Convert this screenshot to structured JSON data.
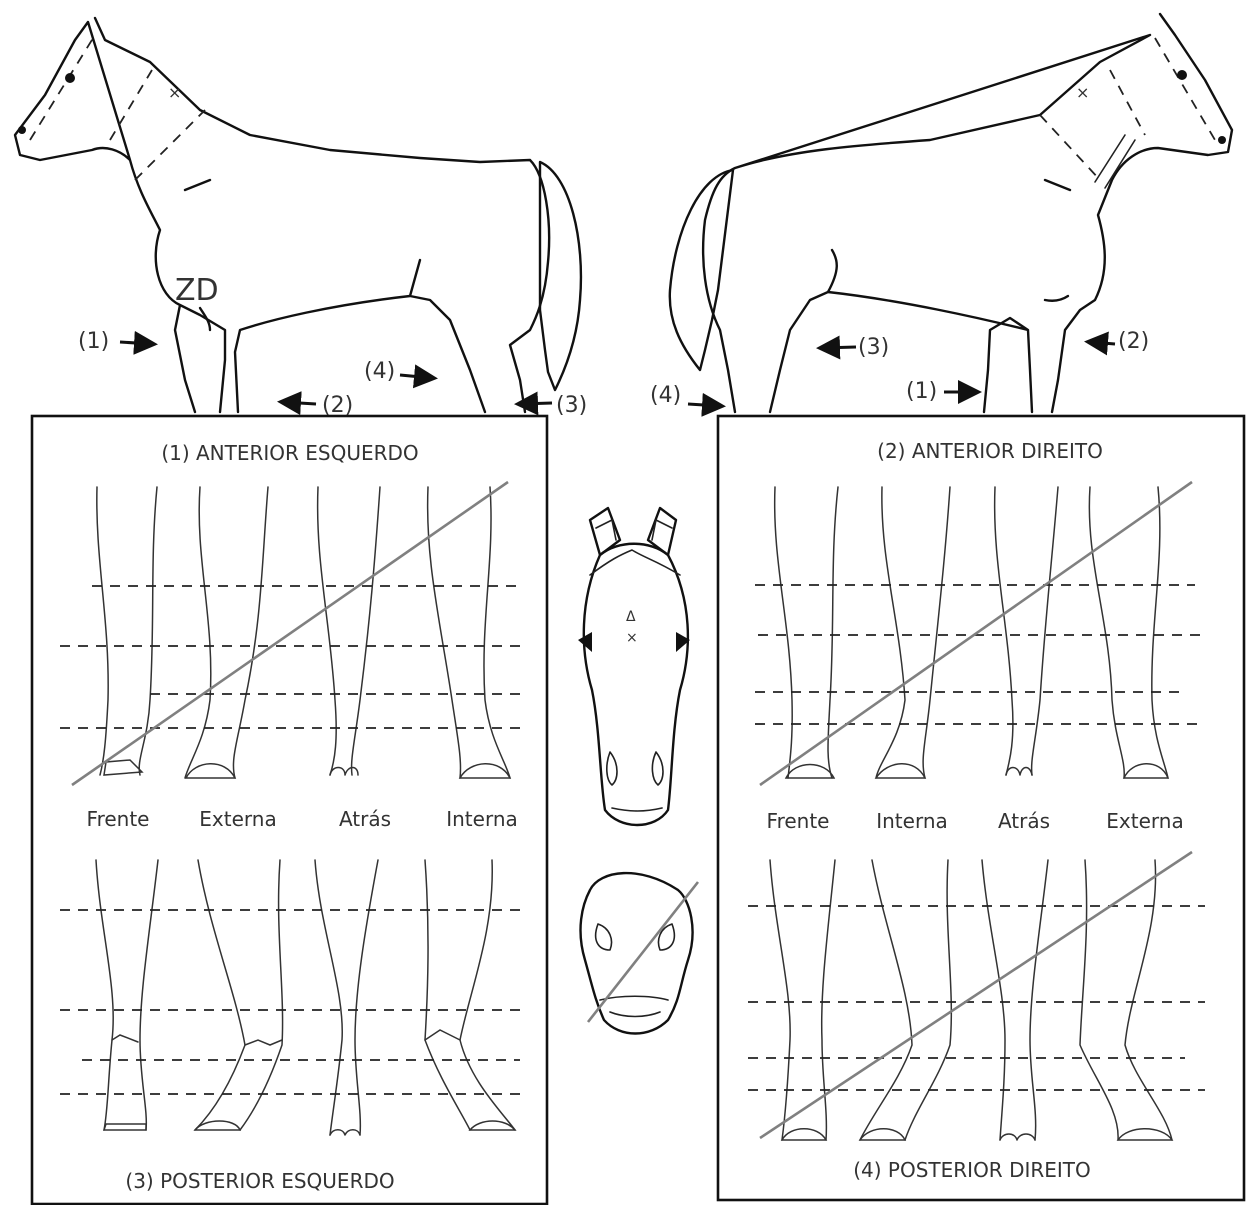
{
  "horse_left": {
    "markings": {
      "zd": "ZD",
      "whorl": "×"
    },
    "arrows": [
      "(1)",
      "(2)",
      "(3)",
      "(4)"
    ]
  },
  "horse_right": {
    "markings": {
      "whorl": "×"
    },
    "arrows": [
      "(1)",
      "(2)",
      "(3)",
      "(4)"
    ]
  },
  "panel_left": {
    "front_title": "(1) ANTERIOR ESQUERDO",
    "views": [
      "Frente",
      "Externa",
      "Atrás",
      "Interna"
    ],
    "hind_title": "(3) POSTERIOR ESQUERDO"
  },
  "panel_right": {
    "front_title": "(2) ANTERIOR DIREITO",
    "views": [
      "Frente",
      "Interna",
      "Atrás",
      "Externa"
    ],
    "hind_title": "(4) POSTERIOR DIREITO"
  },
  "head": {
    "face_markings": {
      "triangle": "Δ",
      "whorl": "×"
    }
  },
  "colors": {
    "line": "#111111",
    "slash": "#808080",
    "label": "#333333"
  }
}
